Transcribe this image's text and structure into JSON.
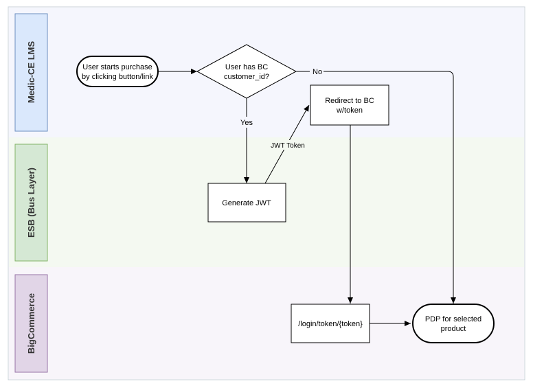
{
  "lanes": [
    {
      "id": "lms",
      "title": "Medic-CE LMS",
      "fill": "#f5f6fd",
      "label_fill": "#dae8fc",
      "label_stroke": "#6c8ebf"
    },
    {
      "id": "esb",
      "title": "ESB (Bus Layer)",
      "fill": "#f4f9f1",
      "label_fill": "#d5e8d4",
      "label_stroke": "#82b366"
    },
    {
      "id": "bc",
      "title": "BigCommerce",
      "fill": "#f8f5fa",
      "label_fill": "#e1d5e7",
      "label_stroke": "#9673a6"
    }
  ],
  "nodes": {
    "start": {
      "line1": "User starts purchase",
      "line2": "by clicking button/link"
    },
    "decision": {
      "line1": "User has BC",
      "line2": "customer_id?"
    },
    "redirect": {
      "line1": "Redirect to BC",
      "line2": "w/token"
    },
    "generate": {
      "line1": "Generate JWT"
    },
    "login": {
      "line1": "/login/token/{token}"
    },
    "pdp": {
      "line1": "PDP for selected",
      "line2": "product"
    }
  },
  "edges": {
    "no_label": "No",
    "yes_label": "Yes",
    "jwt_label": "JWT Token"
  },
  "colors": {
    "stroke": "#000000",
    "outer_border": "#c8d0d8"
  }
}
